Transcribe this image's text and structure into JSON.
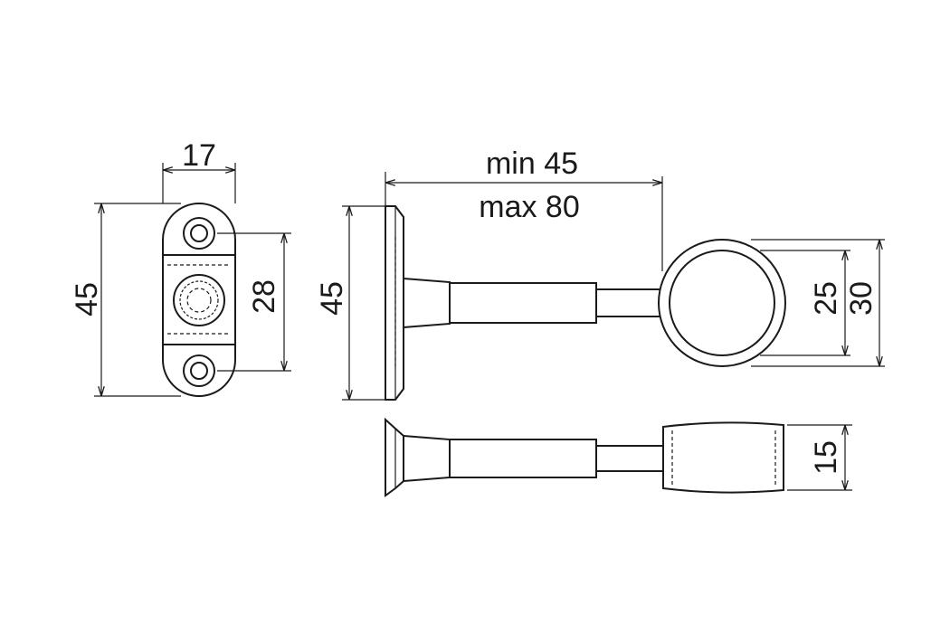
{
  "dimensions": {
    "base_width": "17",
    "base_height": "45",
    "hole_spacing": "28",
    "flange_height": "45",
    "arm_length_min": "min 45",
    "arm_length_max": "max 80",
    "ring_inner": "25",
    "ring_outer": "30",
    "ring_depth": "15"
  }
}
